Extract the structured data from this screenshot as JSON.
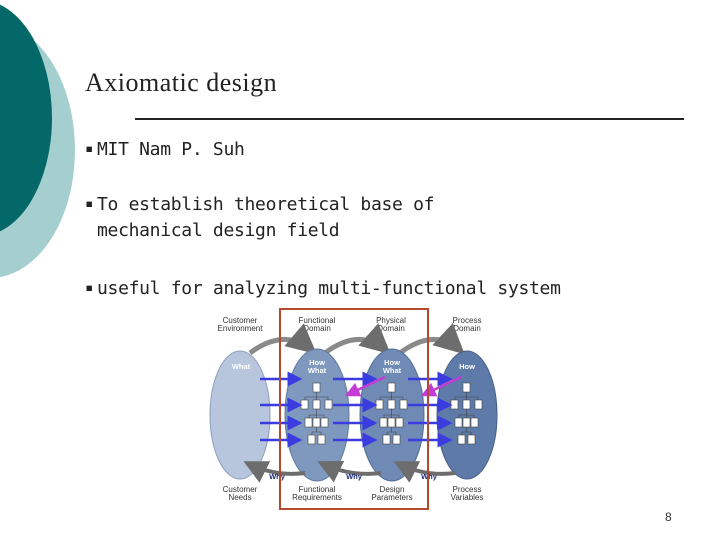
{
  "slide": {
    "title": "Axiomatic design",
    "bullets": [
      {
        "mark": "▪",
        "line1": "MIT Nam P. Suh",
        "line2": ""
      },
      {
        "mark": "▪",
        "line1": "To establish theoretical base of",
        "line2": "mechanical design field"
      },
      {
        "mark": "▪",
        "line1": "useful for analyzing multi-functional system",
        "line2": ""
      }
    ],
    "page_number": "8"
  },
  "diagram": {
    "domains_top": [
      {
        "line1": "Customer",
        "line2": "Environment"
      },
      {
        "line1": "Functional",
        "line2": "Domain"
      },
      {
        "line1": "Physical",
        "line2": "Domain"
      },
      {
        "line1": "Process",
        "line2": "Domain"
      }
    ],
    "domains_bottom": [
      {
        "line1": "Customer",
        "line2": "Needs"
      },
      {
        "line1": "Functional",
        "line2": "Requirements"
      },
      {
        "line1": "Design",
        "line2": "Parameters"
      },
      {
        "line1": "Process",
        "line2": "Variables"
      }
    ],
    "ellipse_labels": [
      {
        "line1": "What",
        "line2": ""
      },
      {
        "line1": "How",
        "line2": "What"
      },
      {
        "line1": "How",
        "line2": "What"
      },
      {
        "line1": "How",
        "line2": ""
      }
    ],
    "why_labels": [
      "Why",
      "Why",
      "Why"
    ],
    "colors": {
      "customer": "#b8c6dd",
      "functional": "#7f98bd",
      "physical": "#6f8ab4",
      "process": "#5d7aa8",
      "arrow_blue": "#3b3ce0",
      "arrow_magenta": "#c43bd6",
      "arrow_gray": "#6d6d6d",
      "highlight_box": "#b5492f",
      "teal_dark": "#046868",
      "teal_light": "#a5cfcf"
    }
  }
}
